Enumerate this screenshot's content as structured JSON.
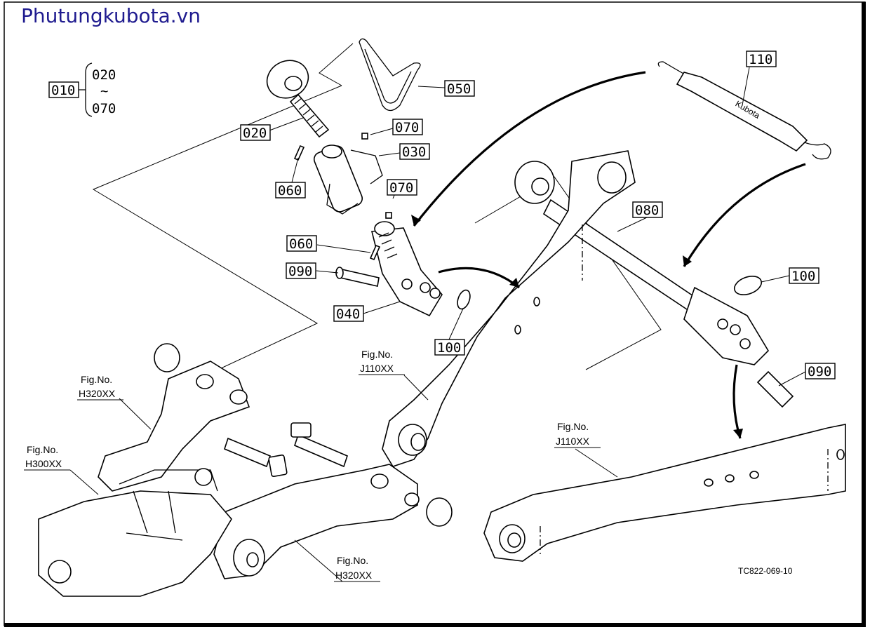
{
  "watermark": "Phutungkubota.vn",
  "drawing_code": "TC822-069-10",
  "group": {
    "main": "010",
    "from": "020",
    "tilde": "~",
    "to": "070"
  },
  "callouts": {
    "p020": "020",
    "p030": "030",
    "p040": "040",
    "p050": "050",
    "p060a": "060",
    "p060b": "060",
    "p070a": "070",
    "p070b": "070",
    "p080": "080",
    "p090a": "090",
    "p090b": "090",
    "p100a": "100",
    "p100b": "100",
    "p110": "110"
  },
  "fig_refs": {
    "h320_top": {
      "label": "Fig.No.",
      "code": "H320XX"
    },
    "h300": {
      "label": "Fig.No.",
      "code": "H300XX"
    },
    "h320_bottom": {
      "label": "Fig.No.",
      "code": "H320XX"
    },
    "j110_mid": {
      "label": "Fig.No.",
      "code": "J110XX"
    },
    "j110_right": {
      "label": "Fig.No.",
      "code": "J110XX"
    }
  },
  "kubota_logo": "Kubota",
  "colors": {
    "watermark": "#1f1b8f",
    "line": "#000000",
    "background": "#ffffff"
  }
}
